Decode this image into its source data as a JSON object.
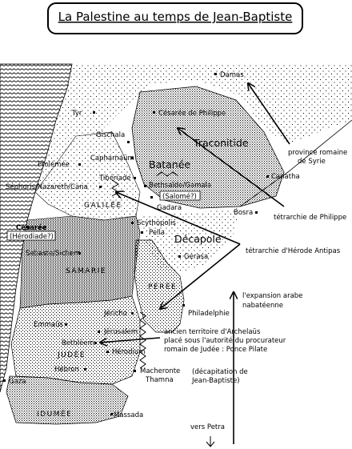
{
  "title": "La Palestine au temps de Jean-Baptiste",
  "regions": {
    "galilee": "GALILÉE",
    "samarie": "SAMARIE",
    "peree": "PÉRÉE",
    "judee": "JUDÉE",
    "idumee": "IDUMÉE",
    "batanee": "Batanée",
    "traconitide": "Traconitide",
    "decapole": "Décapole"
  },
  "places": {
    "damas": "Damas",
    "tyr": "Tyr",
    "cesaree_philippe": "Césarée de Philippe",
    "gischala": "Gischala",
    "ptolemee": "Ptolémée",
    "capharnaum": "Capharnaüm",
    "tiberiade": "Tibériade",
    "sephoris": "Séphoris/Nazareth/Cana",
    "bethsaide": "Bethsaïde/Gamala",
    "salome": "(Salomé?)",
    "gadara": "Gadara",
    "canatha": "Canatha",
    "bosra": "Bosra",
    "scythopolis": "Scythopolis",
    "pella": "Pella",
    "cesaree": "Césarée",
    "herodiade": "(Hérodiade?)",
    "gerasa": "Gerasa",
    "sebaste": "Sebaste/Sichem",
    "jericho": "Jéricho",
    "philadelphie": "Philadelphie",
    "emmaus": "Emmaüs",
    "jerusalem": "Jérusalem",
    "bethleem": "Bethléem",
    "herodium": "Hérodium",
    "hebron": "Hébron",
    "macheronte": "Macheronte",
    "thamna": "Thamna",
    "gaza": "Gaza",
    "massada": "Massada",
    "vers_petra": "vers Petra"
  },
  "annotations": {
    "syrie_1": "province romaine",
    "syrie_2": "de Syrie",
    "philippe": "tétrarchie de Philippe",
    "antipas_1": "tétrarchie",
    "antipas_2": "d'Hérode Antipas",
    "arabe_1": "l'expansion arabe",
    "arabe_2": "nabatéenne",
    "archelaus_1": "ancien territoire d'Archelaüs",
    "archelaus_2": "placé sous l'autorité du procurateur",
    "archelaus_3": "romain de Judée : Ponce Pilate",
    "decap_1": "(décapitation de",
    "decap_2": "Jean-Baptiste)"
  }
}
